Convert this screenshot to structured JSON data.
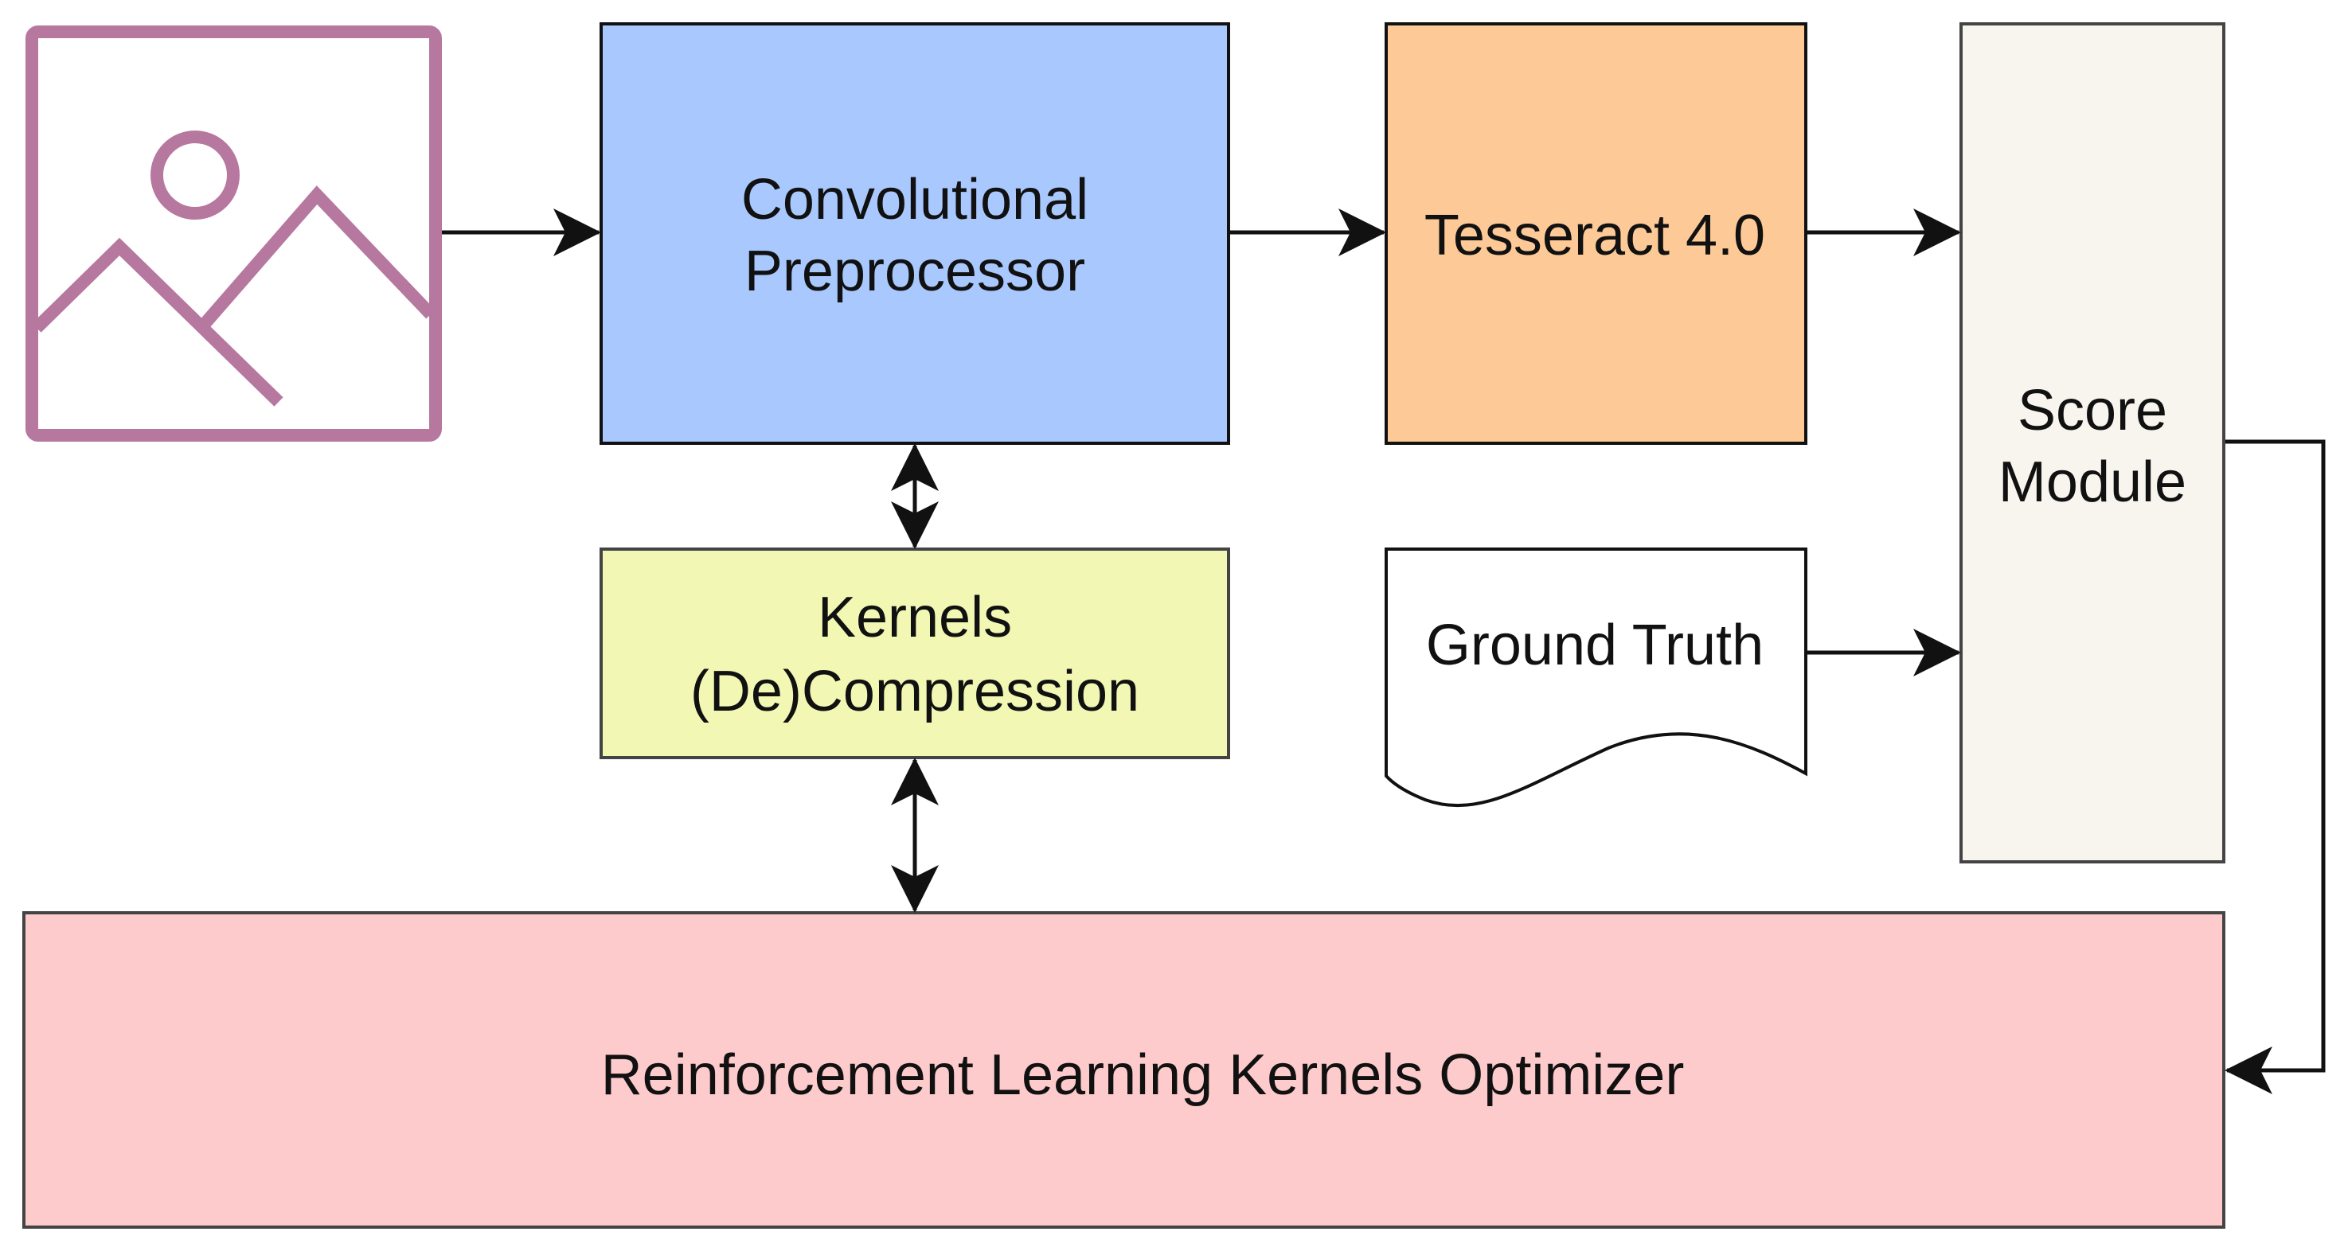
{
  "diagram": {
    "preprocessor": {
      "line1": "Convolutional",
      "line2": "Preprocessor",
      "fill": "#a9c8fe"
    },
    "tesseract": {
      "label": "Tesseract 4.0",
      "fill": "#fcc997"
    },
    "score_module": {
      "line1": "Score",
      "line2": "Module",
      "fill": "#f7f5ee"
    },
    "kernels": {
      "line1": "Kernels",
      "line2": "(De)Compression",
      "fill": "#f2f8b4"
    },
    "ground_truth": {
      "label": "Ground Truth",
      "fill": "#ffffff"
    },
    "optimizer": {
      "label": "Reinforcement Learning Kernels Optimizer",
      "fill": "#fdcbcb"
    },
    "image_icon": {
      "icon": "image-icon",
      "color": "#b7789f"
    }
  }
}
